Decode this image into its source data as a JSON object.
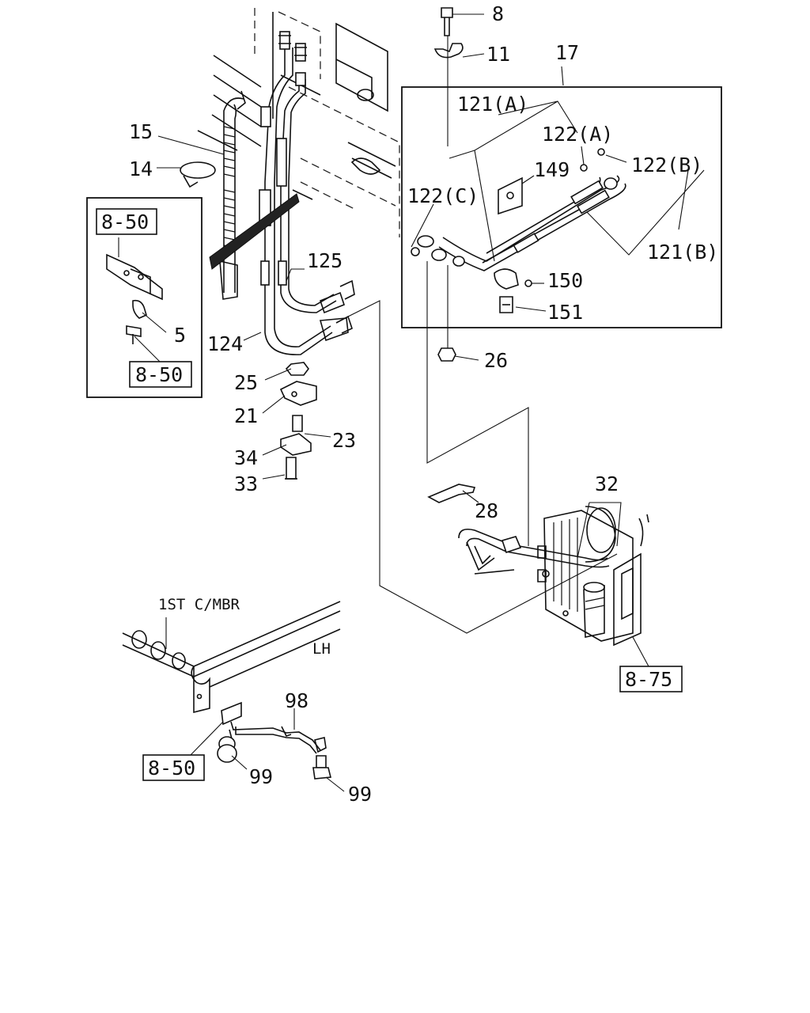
{
  "labels": {
    "p8": "8",
    "p11": "11",
    "p17": "17",
    "p15": "15",
    "p14": "14",
    "p121a": "121(A)",
    "p122a": "122(A)",
    "p122b": "122(B)",
    "p149": "149",
    "p122c": "122(C)",
    "p121b": "121(B)",
    "p125": "125",
    "p150": "150",
    "p151": "151",
    "p5": "5",
    "p124": "124",
    "p26": "26",
    "p25": "25",
    "p21": "21",
    "p23": "23",
    "p34": "34",
    "p33": "33",
    "p32": "32",
    "p28": "28",
    "p98": "98",
    "p99a": "99",
    "p99b": "99"
  },
  "refs": {
    "r850_top": "8-50",
    "r850_mid": "8-50",
    "r875": "8-75",
    "r850_bottom": "8-50"
  },
  "notes": {
    "crossmember": "1ST C/MBR",
    "side": "LH"
  }
}
